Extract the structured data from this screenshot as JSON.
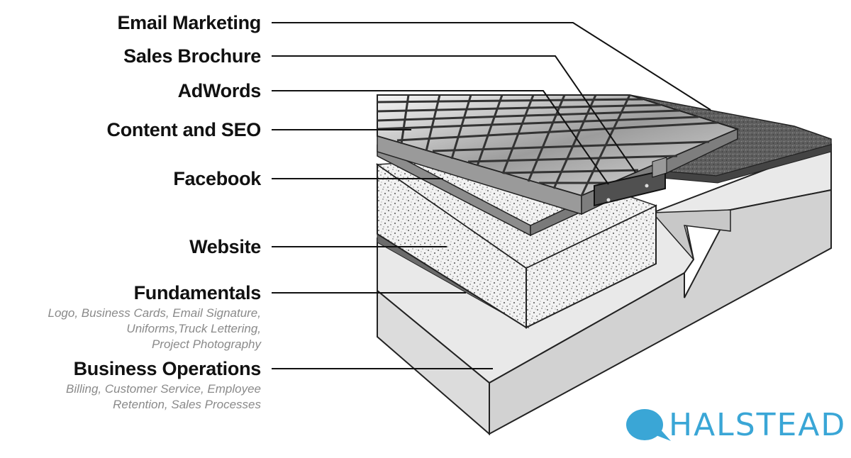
{
  "layers": [
    {
      "label": "Email Marketing"
    },
    {
      "label": "Sales Brochure"
    },
    {
      "label": "AdWords"
    },
    {
      "label": "Content and SEO"
    },
    {
      "label": "Facebook"
    },
    {
      "label": "Website"
    },
    {
      "label": "Fundamentals",
      "detail": [
        "Logo, Business Cards, Email Signature,",
        "Uniforms,Truck Lettering,",
        "Project Photography"
      ]
    },
    {
      "label": "Business Operations",
      "detail": [
        "Billing, Customer Service, Employee",
        "Retention, Sales Processes"
      ]
    }
  ],
  "brand": {
    "name": "HALSTEAD",
    "color": "#3aa6d6",
    "icon": "speech-bubble-icon"
  }
}
